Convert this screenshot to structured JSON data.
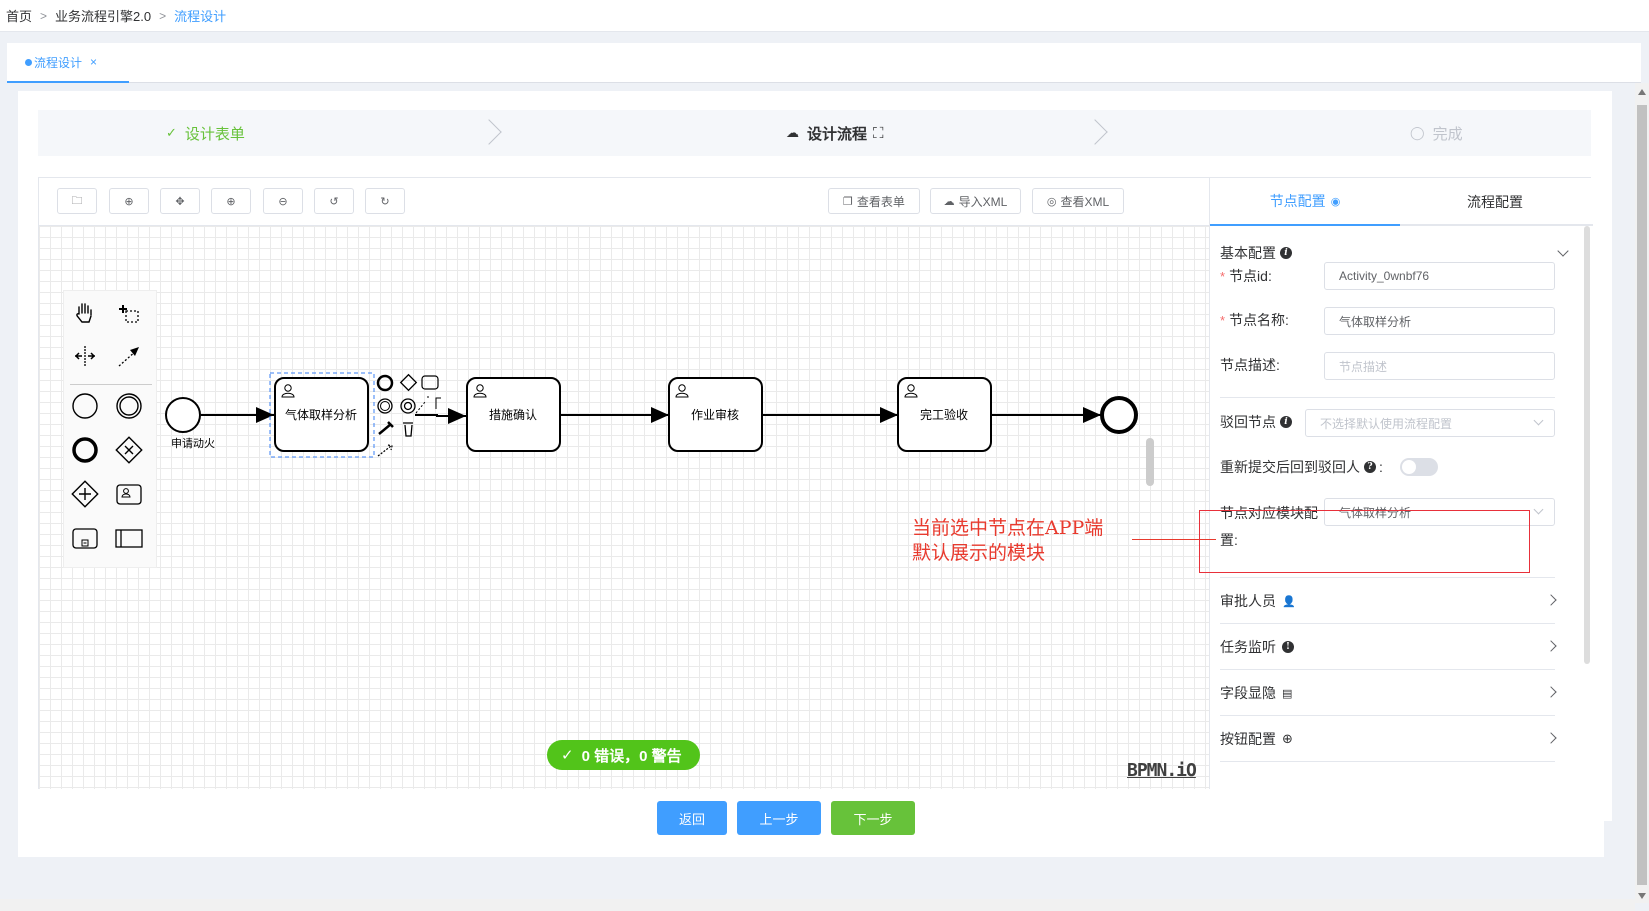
{
  "breadcrumb": {
    "home": "首页",
    "engine": "业务流程引擎2.0",
    "current": "流程设计"
  },
  "tabs": {
    "active_label": "流程设计",
    "close": "×"
  },
  "steps": [
    {
      "label": "设计表单",
      "icon": "✓"
    },
    {
      "label": "设计流程",
      "icon": "☁",
      "extra": "⛶"
    },
    {
      "label": "完成",
      "icon": "◯"
    }
  ],
  "toolbar": {
    "view_form": "查看表单",
    "import_xml": "导入XML",
    "view_xml": "查看XML"
  },
  "diagram": {
    "start_label": "申请动火",
    "tasks": [
      "气体取样分析",
      "措施确认",
      "作业审核",
      "完工验收"
    ]
  },
  "status": {
    "text": "0 错误，0 警告",
    "check": "✓"
  },
  "logo": "BPMN.iO",
  "annotation": {
    "line1": "当前选中节点在APP端",
    "line2": "默认展示的模块"
  },
  "panel": {
    "tab_node": "节点配置",
    "tab_flow": "流程配置",
    "basic_config": "基本配置",
    "node_id_label": "节点id:",
    "node_id_value": "Activity_0wnbf76",
    "node_name_label": "节点名称:",
    "node_name_value": "气体取样分析",
    "node_desc_label": "节点描述:",
    "node_desc_placeholder": "节点描述",
    "reject_label": "驳回节点",
    "reject_placeholder": "不选择默认使用流程配置",
    "resubmit_label": "重新提交后回到驳回人",
    "module_label_1": "节点对应模块配",
    "module_label_2": "置:",
    "module_value": "气体取样分析",
    "sections": [
      {
        "label": "审批人员",
        "icon": "👤"
      },
      {
        "label": "任务监听",
        "icon": "!"
      },
      {
        "label": "字段显隐",
        "icon": "▤"
      },
      {
        "label": "按钮配置",
        "icon": "⊕"
      }
    ]
  },
  "footer": {
    "back": "返回",
    "prev": "上一步",
    "next": "下一步"
  },
  "colors": {
    "primary": "#409eff",
    "success": "#67c23a",
    "status_green": "#52c41a",
    "annotation_red": "#e83a2e"
  }
}
